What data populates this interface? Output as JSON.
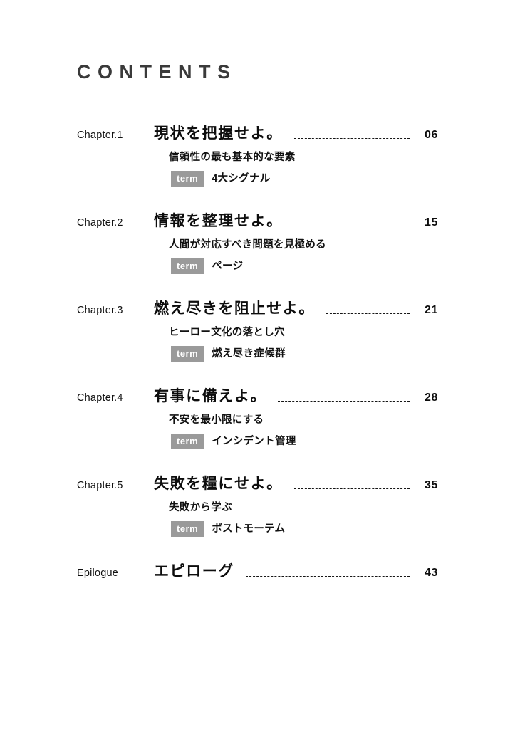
{
  "heading": "CONTENTS",
  "colors": {
    "heading_text": "#3a3a3a",
    "body_text": "#111111",
    "term_badge_bg": "#9a9a9a",
    "term_badge_text": "#ffffff",
    "leader": "#161616",
    "page_background": "#ffffff"
  },
  "entries": [
    {
      "label": "Chapter.1",
      "title": "現状を把握せよ。",
      "page": "06",
      "subtitle": "信頼性の最も基本的な要素",
      "term_badge": "term",
      "term_text": "4大シグナル"
    },
    {
      "label": "Chapter.2",
      "title": "情報を整理せよ。",
      "page": "15",
      "subtitle": "人間が対応すべき問題を見極める",
      "term_badge": "term",
      "term_text": "ページ"
    },
    {
      "label": "Chapter.3",
      "title": "燃え尽きを阻止せよ。",
      "page": "21",
      "subtitle": "ヒーロー文化の落とし穴",
      "term_badge": "term",
      "term_text": "燃え尽き症候群"
    },
    {
      "label": "Chapter.4",
      "title": "有事に備えよ。",
      "page": "28",
      "subtitle": "不安を最小限にする",
      "term_badge": "term",
      "term_text": "インシデント管理"
    },
    {
      "label": "Chapter.5",
      "title": "失敗を糧にせよ。",
      "page": "35",
      "subtitle": "失敗から学ぶ",
      "term_badge": "term",
      "term_text": "ポストモーテム"
    },
    {
      "label": "Epilogue",
      "title": "エピローグ",
      "page": "43",
      "subtitle": null,
      "term_badge": null,
      "term_text": null
    }
  ]
}
